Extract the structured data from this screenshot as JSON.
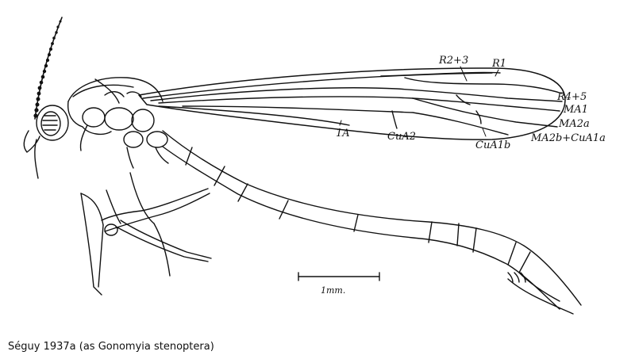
{
  "caption": "Séguy 1937a (as Gonomyia stenoptera)",
  "vein_labels": {
    "r2_3": "R2+3",
    "r1": "R1",
    "r4_5": "R4+5",
    "ma1": "MA1",
    "ma2a": "MA2a",
    "ma2b_cua1a": "MA2b+CuA1a",
    "cua1b": "CuA1b",
    "cua2": "CuA2",
    "a1": "1A"
  },
  "scale_bar_label": "1mm."
}
